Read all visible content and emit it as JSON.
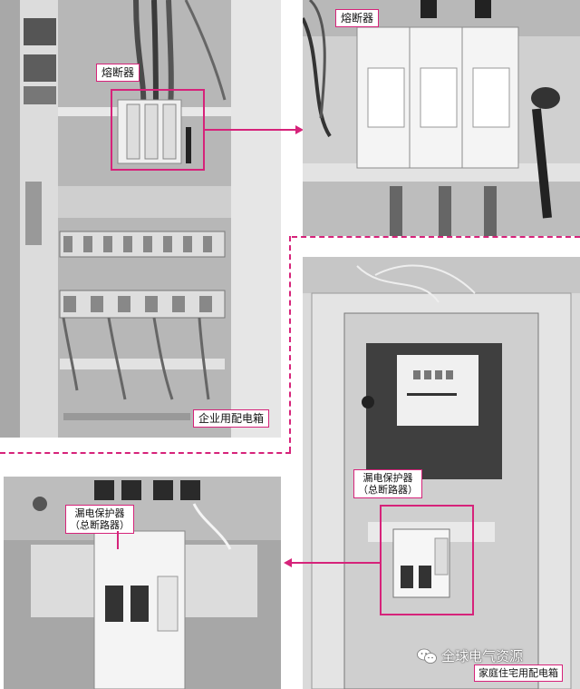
{
  "labels": {
    "fuse_left": "熔断器",
    "fuse_top_right": "熔断器",
    "enterprise_box": "企业用配电箱",
    "leakage_protector_right_line1": "漏电保护器",
    "leakage_protector_right_line2": "（总断路器）",
    "leakage_protector_left_line1": "漏电保护器",
    "leakage_protector_left_line2": "（总断路器）",
    "household_box": "家庭住宅用配电箱"
  },
  "watermark": {
    "icon": "wechat-icon",
    "text": "全球电气资源"
  },
  "colors": {
    "accent": "#d6237a"
  }
}
